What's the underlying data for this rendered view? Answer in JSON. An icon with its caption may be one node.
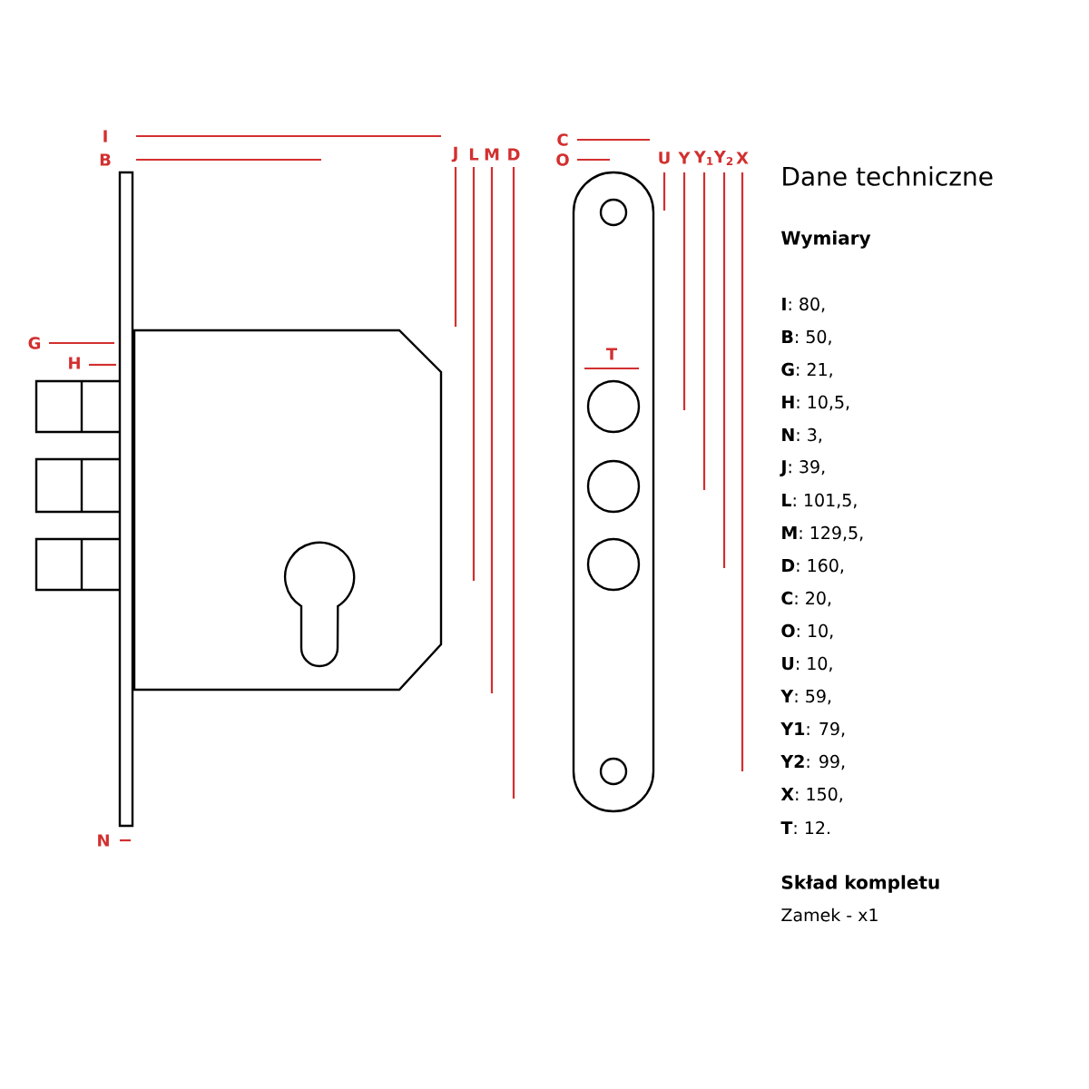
{
  "diagram": {
    "title": "Dane techniczne",
    "labels": [
      "I",
      "B",
      "J",
      "L",
      "M",
      "D",
      "C",
      "O",
      "U",
      "Y",
      "Y$_{1}$",
      "Y$_{2}$",
      "X",
      "G",
      "H",
      "T",
      "N",
      "Wymiary",
      "**I**: 80,",
      "**B**: 50,",
      "**G**: 21,",
      "**H**: 10,5,",
      "**N**: 3,",
      "**J**: 39,",
      "**L**: 101,5,",
      "**M**: 129,5,",
      "**D**: 160,",
      "**C**: 20,",
      "**O**: 10,",
      "**U**: 10,",
      "**Y**: 59,",
      "**Y1**: 79,",
      "**Y2**: 99,",
      "**X**: 150,",
      "**T**: 12.",
      "Skład kompletu",
      "Zamek - x1"
    ]
  }
}
